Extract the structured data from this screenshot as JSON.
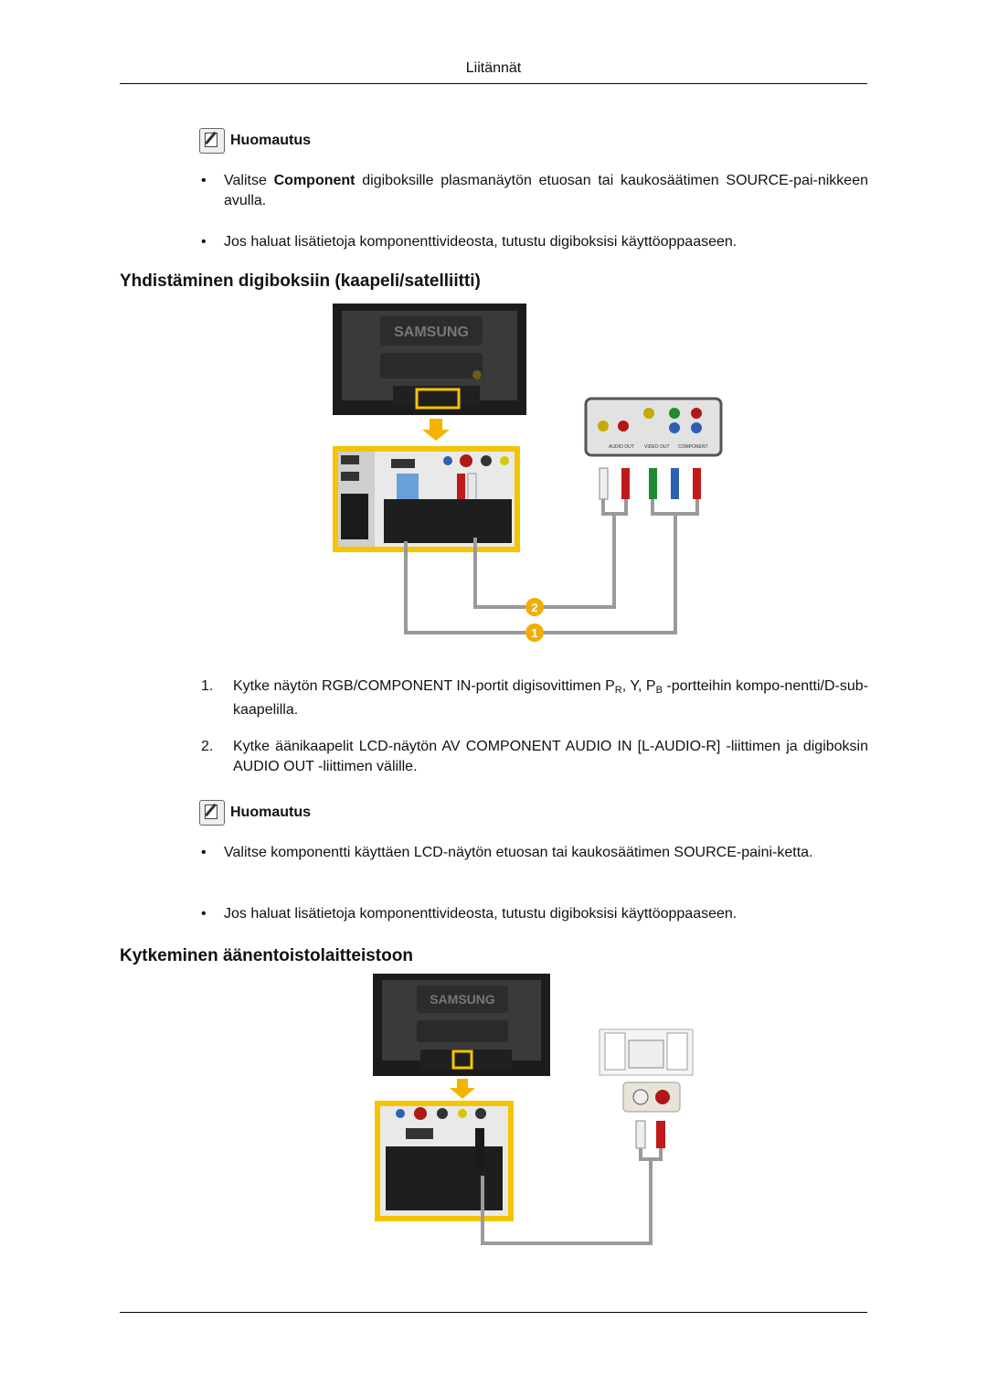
{
  "header": {
    "title": "Liitännät"
  },
  "note1": {
    "label": "Huomautus",
    "b1_pre": "Valitse ",
    "b1_bold": "Component",
    "b1_post": " digiboksille plasmanäytön etuosan tai kaukosäätimen SOURCE-pai-nikkeen avulla.",
    "b2": "Jos haluat lisätietoja komponenttivideosta, tutustu digiboksisi käyttöoppaaseen."
  },
  "section1": {
    "title": "Yhdistäminen digiboksiin (kaapeli/satelliitti)",
    "step1_pre": "Kytke näytön RGB/COMPONENT IN-portit digisovittimen P",
    "step1_sub1": "R",
    "step1_mid": ", Y, P",
    "step1_sub2": "B",
    "step1_post": " -portteihin kompo-nentti/D-sub-kaapelilla.",
    "step2": "Kytke äänikaapelit LCD-näytön AV COMPONENT AUDIO IN [L-AUDIO-R] -liittimen ja digiboksin AUDIO OUT -liittimen välille.",
    "figure": {
      "brand": "SAMSUNG",
      "stb_labels": [
        "AUDIO OUT",
        "VIDEO OUT",
        "COMPONENT"
      ],
      "badges": [
        "2",
        "1"
      ]
    }
  },
  "note2": {
    "label": "Huomautus",
    "b1": "Valitse komponentti käyttäen LCD-näytön etuosan tai kaukosäätimen SOURCE-paini-ketta.",
    "b2": "Jos haluat lisätietoja komponenttivideosta, tutustu digiboksisi käyttöoppaaseen."
  },
  "section2": {
    "title": "Kytkeminen äänentoistolaitteistoon",
    "figure": {
      "brand": "SAMSUNG"
    }
  },
  "bullet_char": "•",
  "step_numbers": [
    "1.",
    "2."
  ],
  "colors": {
    "yellow_panel": "#f5c400",
    "arrow": "#f3b400",
    "badge": "#f2ae00",
    "cable": "#9a9a9a"
  }
}
